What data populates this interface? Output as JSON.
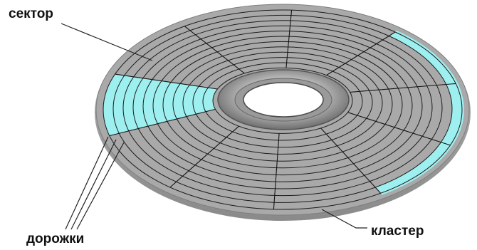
{
  "labels": {
    "sector": "сектор",
    "tracks": "дорожки",
    "cluster": "кластер"
  },
  "colors": {
    "background": "#ffffff",
    "disk_surface": "#a9a9a9",
    "disk_edge": "#7f7f7f",
    "track_lines": "#1c1c1c",
    "sector_lines": "#141414",
    "highlight": "#9eefef",
    "hub_ring": "#8c8c8c",
    "hole": "#ffffff"
  },
  "diagram": {
    "track_count": 12,
    "sector_count": 10,
    "highlighted_sector_index": 7,
    "highlighted_cluster_tracks": 1
  }
}
